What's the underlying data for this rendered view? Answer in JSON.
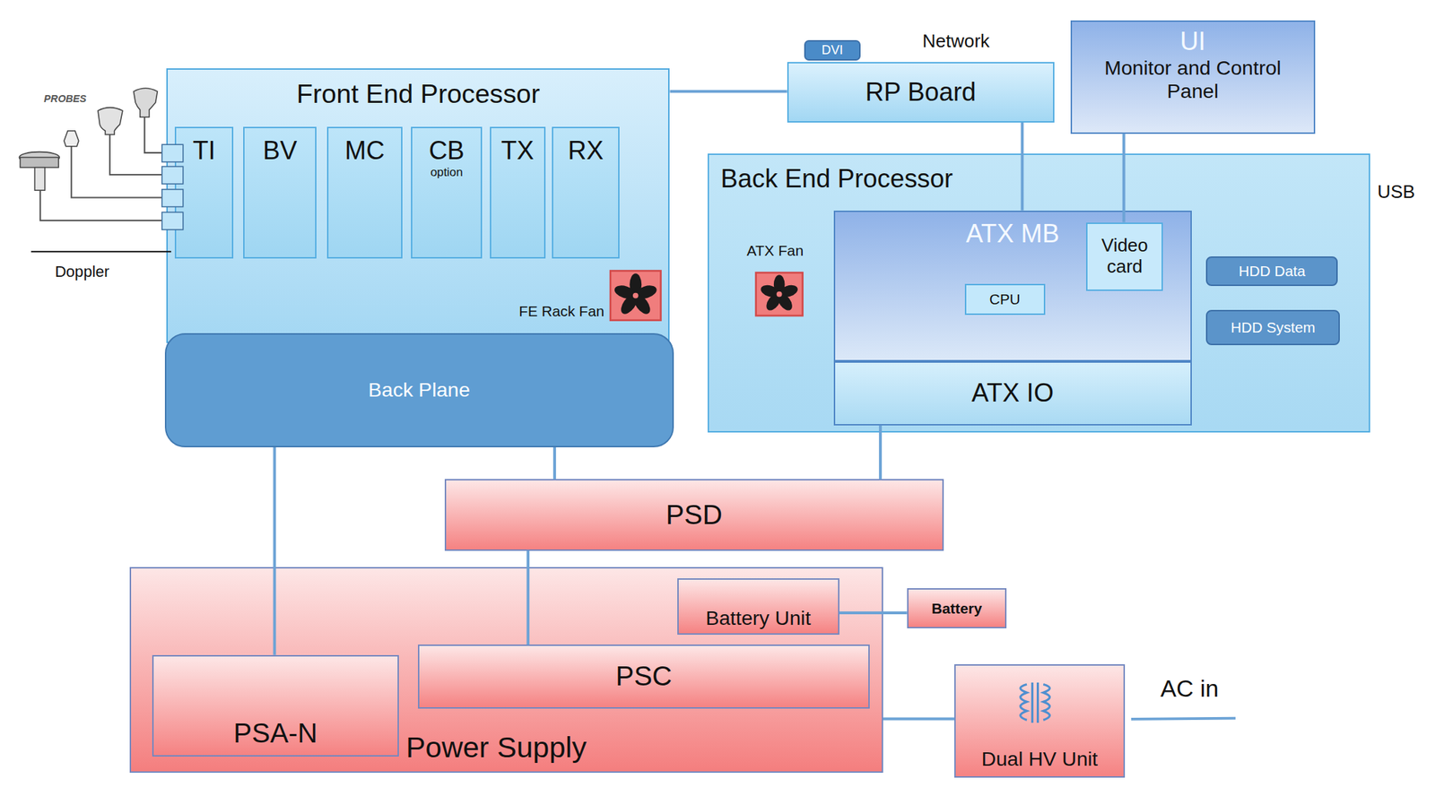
{
  "diagram": {
    "nodes": [
      {
        "text": [
          "Front End Processor"
        ]
      },
      {
        "text": [
          "TI"
        ],
        "in": 0
      },
      {
        "text": [
          "BV"
        ],
        "in": 0
      },
      {
        "text": [
          "MC"
        ],
        "in": 0
      },
      {
        "text": [
          "CB",
          "option"
        ],
        "in": 0
      },
      {
        "text": [
          "TX"
        ],
        "in": 0
      },
      {
        "text": [
          "RX"
        ],
        "in": 0
      },
      {
        "text": [
          "Back Plane"
        ]
      },
      {
        "text": [
          "DVI"
        ]
      },
      {
        "text": [
          "RP Board"
        ]
      },
      {
        "text": [
          "UI",
          "Monitor and Control Panel"
        ]
      },
      {
        "text": [
          "Back End Processor"
        ]
      },
      {
        "text": [
          "ATX MB"
        ],
        "in": 11
      },
      {
        "text": [
          "CPU"
        ],
        "in": 12
      },
      {
        "text": [
          "Video card"
        ],
        "in": 12
      },
      {
        "text": [
          "ATX IO"
        ],
        "in": 11
      },
      {
        "text": [
          "HDD Data"
        ],
        "in": 11
      },
      {
        "text": [
          "HDD System"
        ],
        "in": 11
      },
      {
        "text": [
          "PSD"
        ]
      },
      {
        "text": [
          "Power Supply"
        ]
      },
      {
        "text": [
          "Battery Unit"
        ],
        "in": 19
      },
      {
        "text": [
          "PSC"
        ],
        "in": 19
      },
      {
        "text": [
          "PSA-N"
        ],
        "in": 19
      },
      {
        "text": [
          "Battery"
        ]
      },
      {
        "text": [
          "Dual HV Unit"
        ]
      }
    ],
    "edges": [
      {
        "from": 0,
        "to": 9,
        "arrow": "none"
      },
      {
        "from": 9,
        "to": 12,
        "arrow": "none"
      },
      {
        "from": 10,
        "to": 14,
        "arrow": "none"
      },
      {
        "from": 7,
        "to": 22,
        "arrow": "none"
      },
      {
        "from": 7,
        "to": 18,
        "arrow": "none"
      },
      {
        "from": 15,
        "to": 18,
        "arrow": "none"
      },
      {
        "from": 18,
        "to": 21,
        "arrow": "none"
      },
      {
        "from": 20,
        "to": 23,
        "arrow": "none"
      },
      {
        "from": 19,
        "to": 24,
        "arrow": "none"
      }
    ],
    "labels": [
      "PROBES",
      "Doppler",
      "FE Rack Fan",
      "ATX Fan",
      "Network",
      "USB",
      "AC in"
    ]
  }
}
